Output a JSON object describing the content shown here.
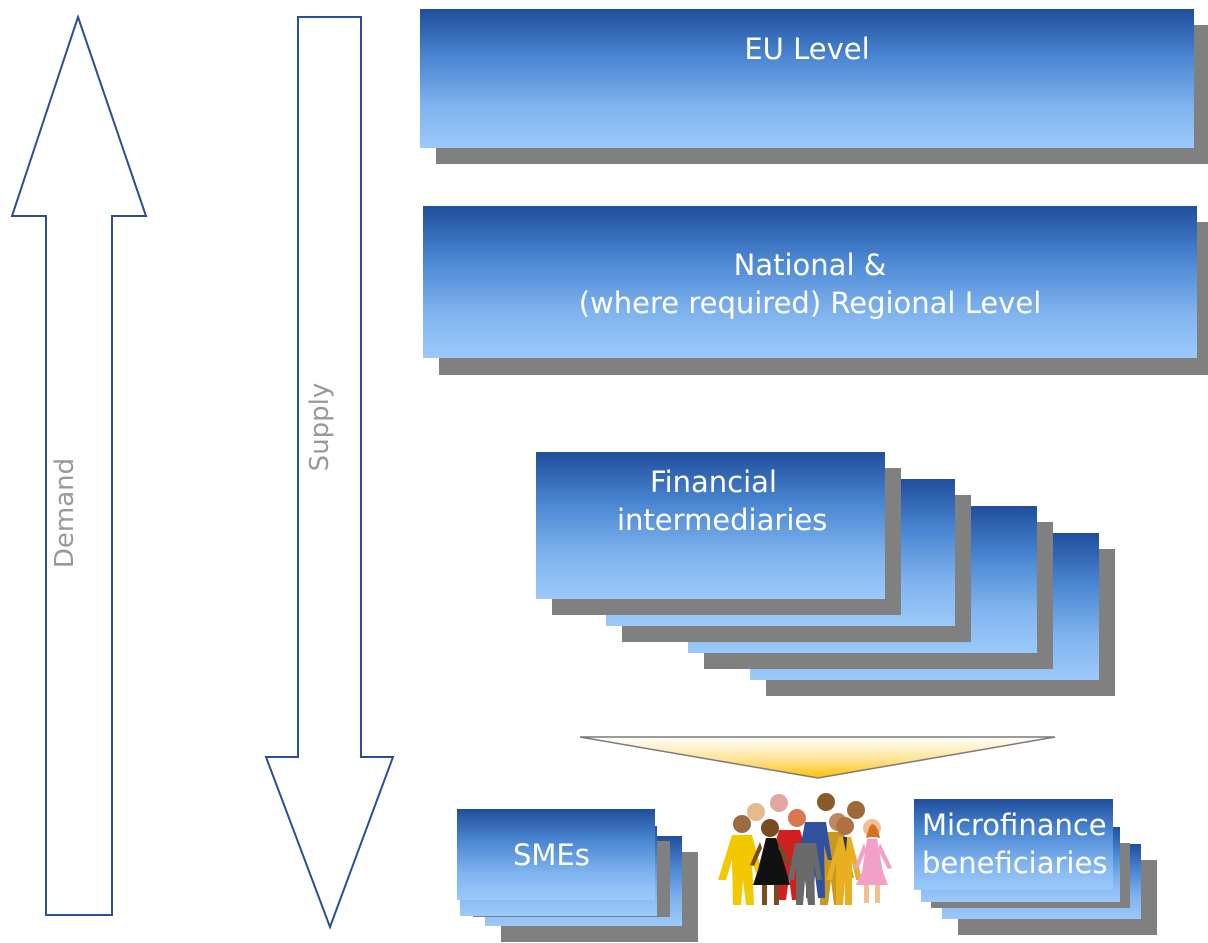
{
  "arrows": {
    "demand_label": "Demand",
    "supply_label": "Supply"
  },
  "levels": {
    "eu": "EU Level",
    "national_line1": "National  &",
    "national_line2": "(where required) Regional Level",
    "financial_line1": "Financial",
    "financial_line2": "intermediaries"
  },
  "recipients": {
    "smes": "SMEs",
    "micro_line1": "Microfinance",
    "micro_line2": "beneficiaries",
    "people_icon": "group-of-people-icon"
  },
  "colors": {
    "box_top": "#1f4e9c",
    "box_bottom": "#9cc9fa",
    "shadow": "#808080",
    "arrow_outline": "#2a4f96",
    "funnel_top": "#ffffff",
    "funnel_bottom": "#ffc000",
    "arrow_text": "#999999"
  }
}
